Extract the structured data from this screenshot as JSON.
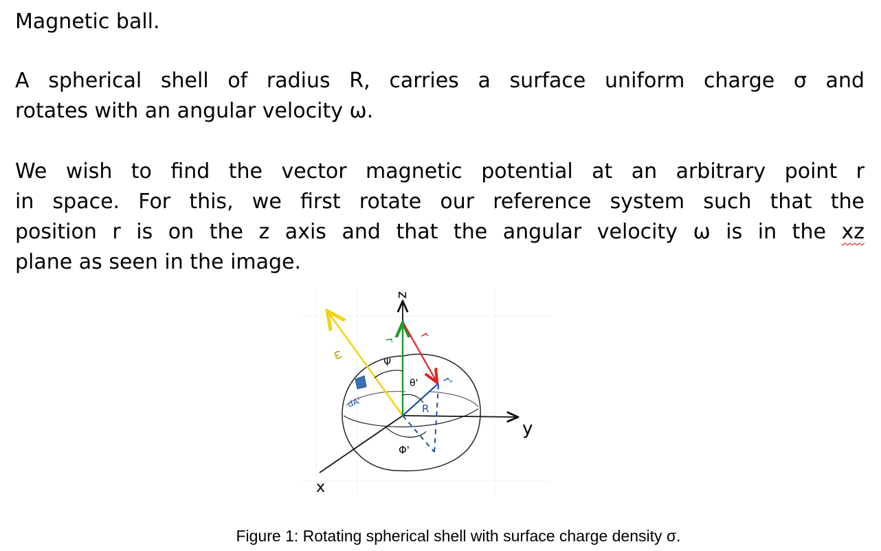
{
  "document": {
    "title": "Magnetic ball.",
    "paragraph1": {
      "lines": [
        "A spherical shell of radius R, carries a surface uniform charge σ and",
        "rotates with an angular velocity ω."
      ]
    },
    "paragraph2": {
      "lines": [
        "We wish to find the vector magnetic potential at an arbitrary point r",
        "in space. For this, we first rotate our reference system such that the",
        "position r is on the z axis and that the angular velocity ω is in the",
        "plane as seen in the image."
      ],
      "misspelled_word": "xz"
    },
    "figure": {
      "labels": {
        "z": "z",
        "y": "y",
        "x": "x",
        "omega": "ω",
        "r": "r",
        "r_diff": "r",
        "r_prime": "r'",
        "R": "R",
        "psi": "Ψ",
        "theta_prime": "θ'",
        "phi_prime": "Φ'",
        "dA_prime": "dA'"
      },
      "colors": {
        "omega_vector": "#f2d416",
        "r_vector": "#1e9a2c",
        "r_diff_vector": "#e02020",
        "r_prime_vector": "#1d4fa8",
        "axes": "#111111",
        "patch": "#3f6fb0"
      }
    },
    "caption": "Figure 1: Rotating spherical shell with surface charge density σ."
  }
}
